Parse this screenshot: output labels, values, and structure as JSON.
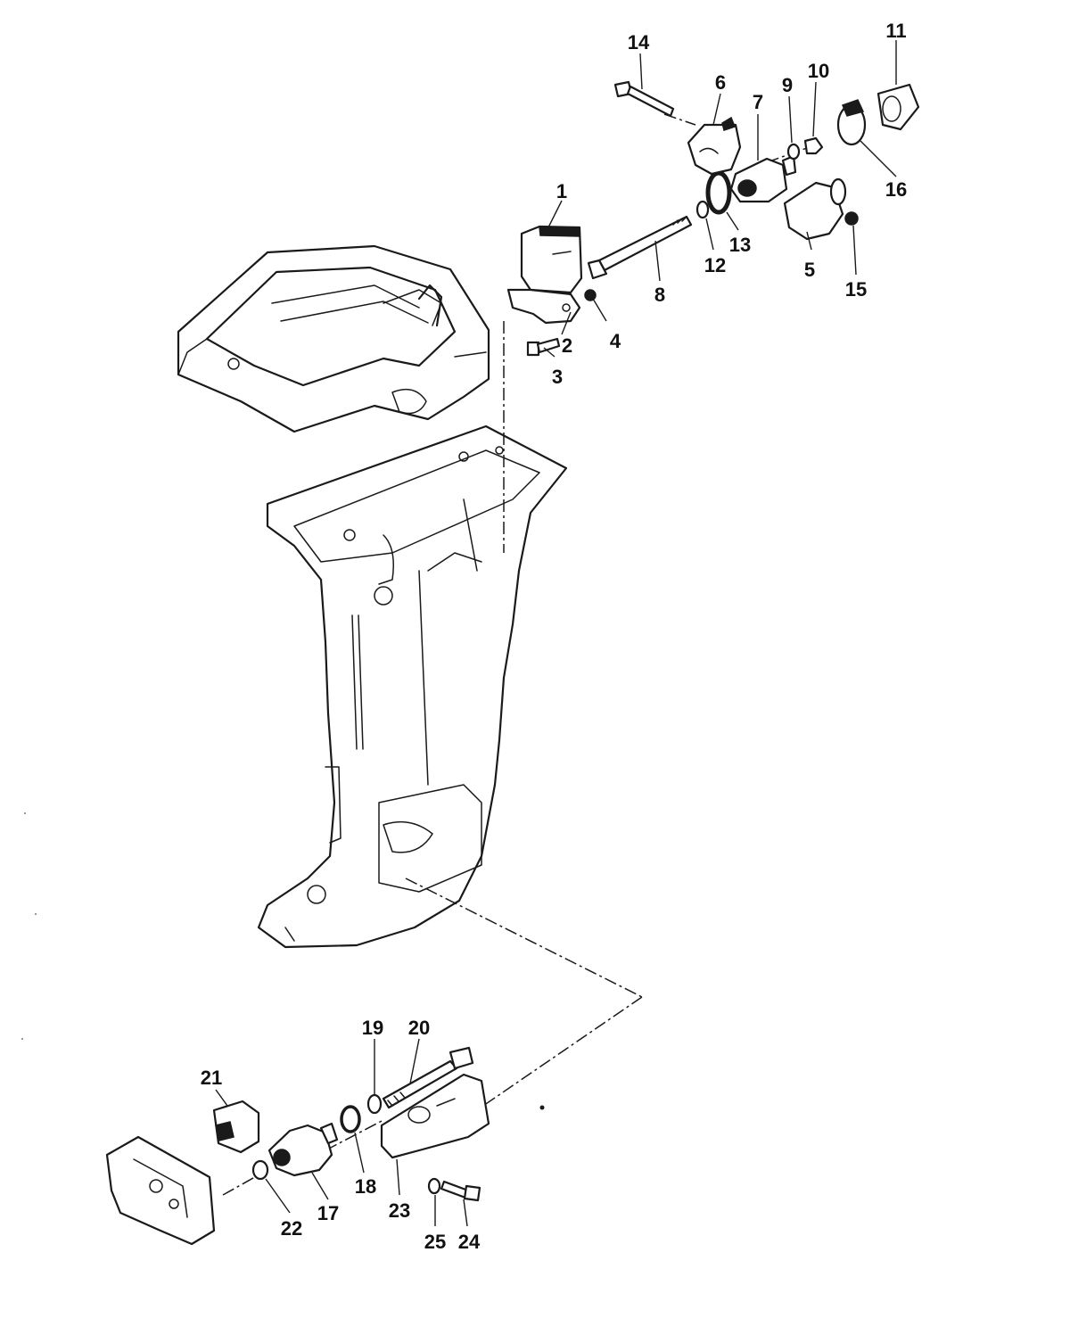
{
  "diagram": {
    "callouts": [
      {
        "number": "1"
      },
      {
        "number": "2"
      },
      {
        "number": "3"
      },
      {
        "number": "4"
      },
      {
        "number": "5"
      },
      {
        "number": "6"
      },
      {
        "number": "7"
      },
      {
        "number": "8"
      },
      {
        "number": "9"
      },
      {
        "number": "10"
      },
      {
        "number": "11"
      },
      {
        "number": "12"
      },
      {
        "number": "13"
      },
      {
        "number": "14"
      },
      {
        "number": "15"
      },
      {
        "number": "16"
      },
      {
        "number": "17"
      },
      {
        "number": "18"
      },
      {
        "number": "19"
      },
      {
        "number": "20"
      },
      {
        "number": "21"
      },
      {
        "number": "22"
      },
      {
        "number": "23"
      },
      {
        "number": "24"
      },
      {
        "number": "25"
      }
    ]
  }
}
